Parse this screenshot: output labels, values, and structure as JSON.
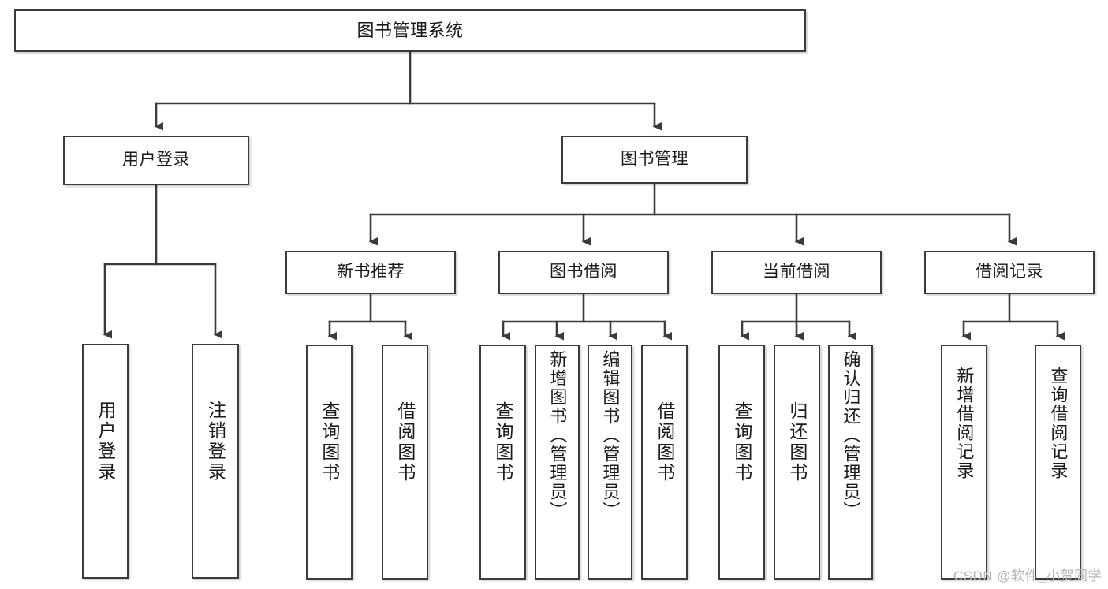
{
  "diagram": {
    "title": "图书管理系统",
    "type": "tree-hierarchy",
    "root": {
      "id": "root",
      "label": "图书管理系统"
    },
    "level1": [
      {
        "id": "user-login",
        "label": "用户登录"
      },
      {
        "id": "book-manage",
        "label": "图书管理"
      }
    ],
    "level2": [
      {
        "id": "new-book-rec",
        "label": "新书推荐",
        "parent": "book-manage"
      },
      {
        "id": "book-borrow",
        "label": "图书借阅",
        "parent": "book-manage"
      },
      {
        "id": "current-borrow",
        "label": "当前借阅",
        "parent": "book-manage"
      },
      {
        "id": "borrow-record",
        "label": "借阅记录",
        "parent": "book-manage"
      }
    ],
    "leaves": [
      {
        "id": "leaf-user-login",
        "label": "用户登录",
        "parent": "user-login"
      },
      {
        "id": "leaf-logout",
        "label": "注销登录",
        "parent": "user-login"
      },
      {
        "id": "leaf-query-book-1",
        "label": "查询图书",
        "parent": "new-book-rec"
      },
      {
        "id": "leaf-borrow-book-1",
        "label": "借阅图书",
        "parent": "new-book-rec"
      },
      {
        "id": "leaf-query-book-2",
        "label": "查询图书",
        "parent": "book-borrow"
      },
      {
        "id": "leaf-add-book",
        "label": "新增图书（管理员）",
        "parent": "book-borrow"
      },
      {
        "id": "leaf-edit-book",
        "label": "编辑图书（管理员）",
        "parent": "book-borrow"
      },
      {
        "id": "leaf-borrow-book-2",
        "label": "借阅图书",
        "parent": "book-borrow"
      },
      {
        "id": "leaf-query-book-3",
        "label": "查询图书",
        "parent": "current-borrow"
      },
      {
        "id": "leaf-return-book",
        "label": "归还图书",
        "parent": "current-borrow"
      },
      {
        "id": "leaf-confirm-return",
        "label": "确认归还（管理员）",
        "parent": "current-borrow"
      },
      {
        "id": "leaf-add-record",
        "label": "新增借阅记录",
        "parent": "borrow-record"
      },
      {
        "id": "leaf-query-record",
        "label": "查询借阅记录",
        "parent": "borrow-record"
      }
    ],
    "watermark": "CSDN @软件_小贺同学",
    "colors": {
      "node_border": "#3b3b3b",
      "node_fill": "#ffffff",
      "edge": "#3b3b3b",
      "text": "#1a1a1a",
      "watermark": "#b6b6b6",
      "background": "#ffffff"
    }
  }
}
